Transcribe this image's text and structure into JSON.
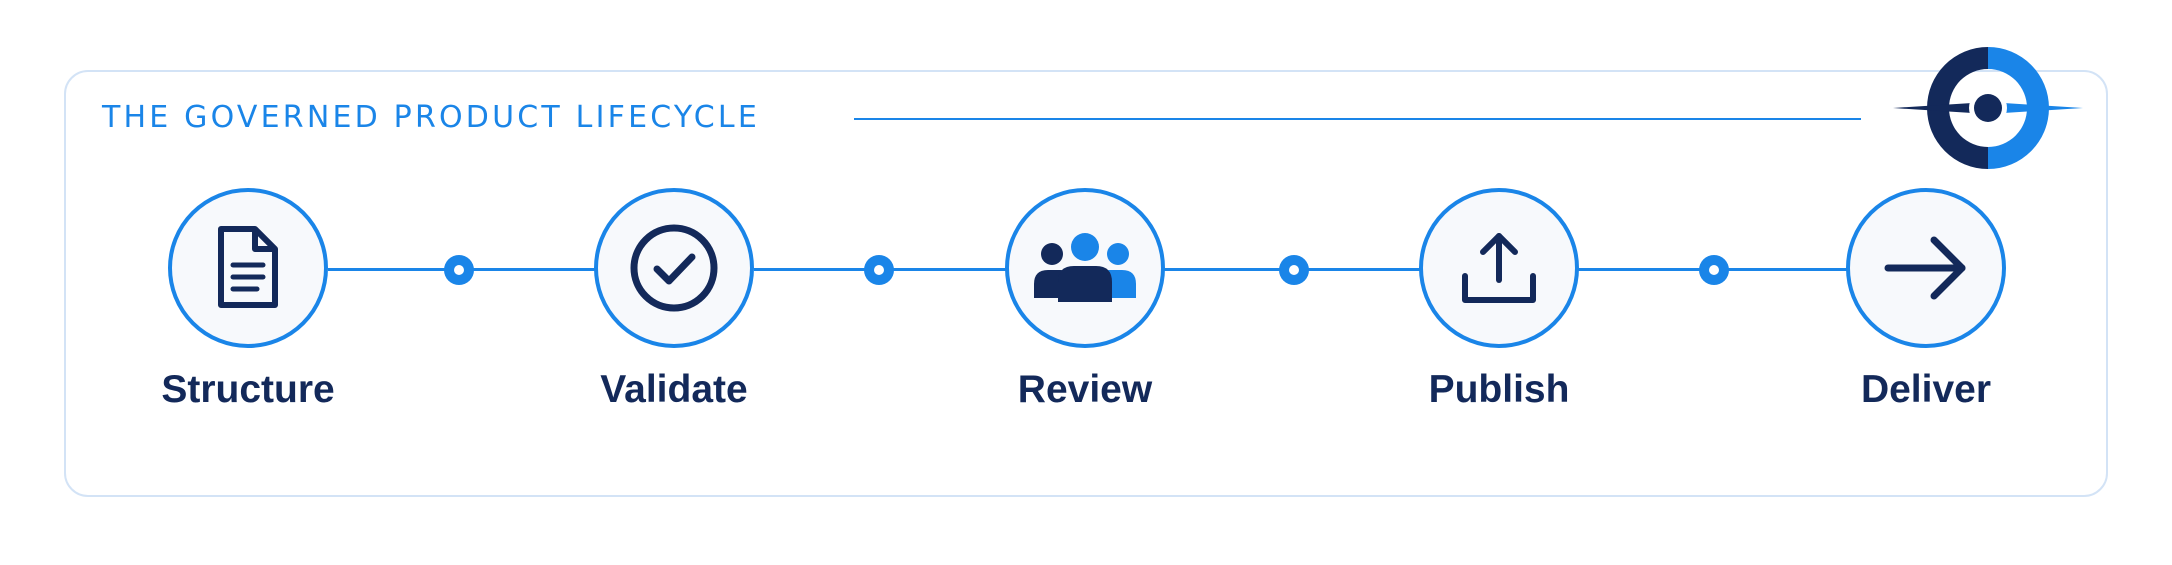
{
  "header": {
    "title": "THE GOVERNED PRODUCT LIFECYCLE",
    "logo_icon": "compass-ring-logo-icon"
  },
  "steps": [
    {
      "label": "Structure",
      "icon": "document-icon"
    },
    {
      "label": "Validate",
      "icon": "check-circle-icon"
    },
    {
      "label": "Review",
      "icon": "people-group-icon"
    },
    {
      "label": "Publish",
      "icon": "upload-icon"
    },
    {
      "label": "Deliver",
      "icon": "arrow-right-icon"
    }
  ],
  "colors": {
    "accent": "#1a85e8",
    "navy": "#13295a",
    "card_border": "#d3e3f6",
    "circle_fill": "#f7f9fc"
  }
}
